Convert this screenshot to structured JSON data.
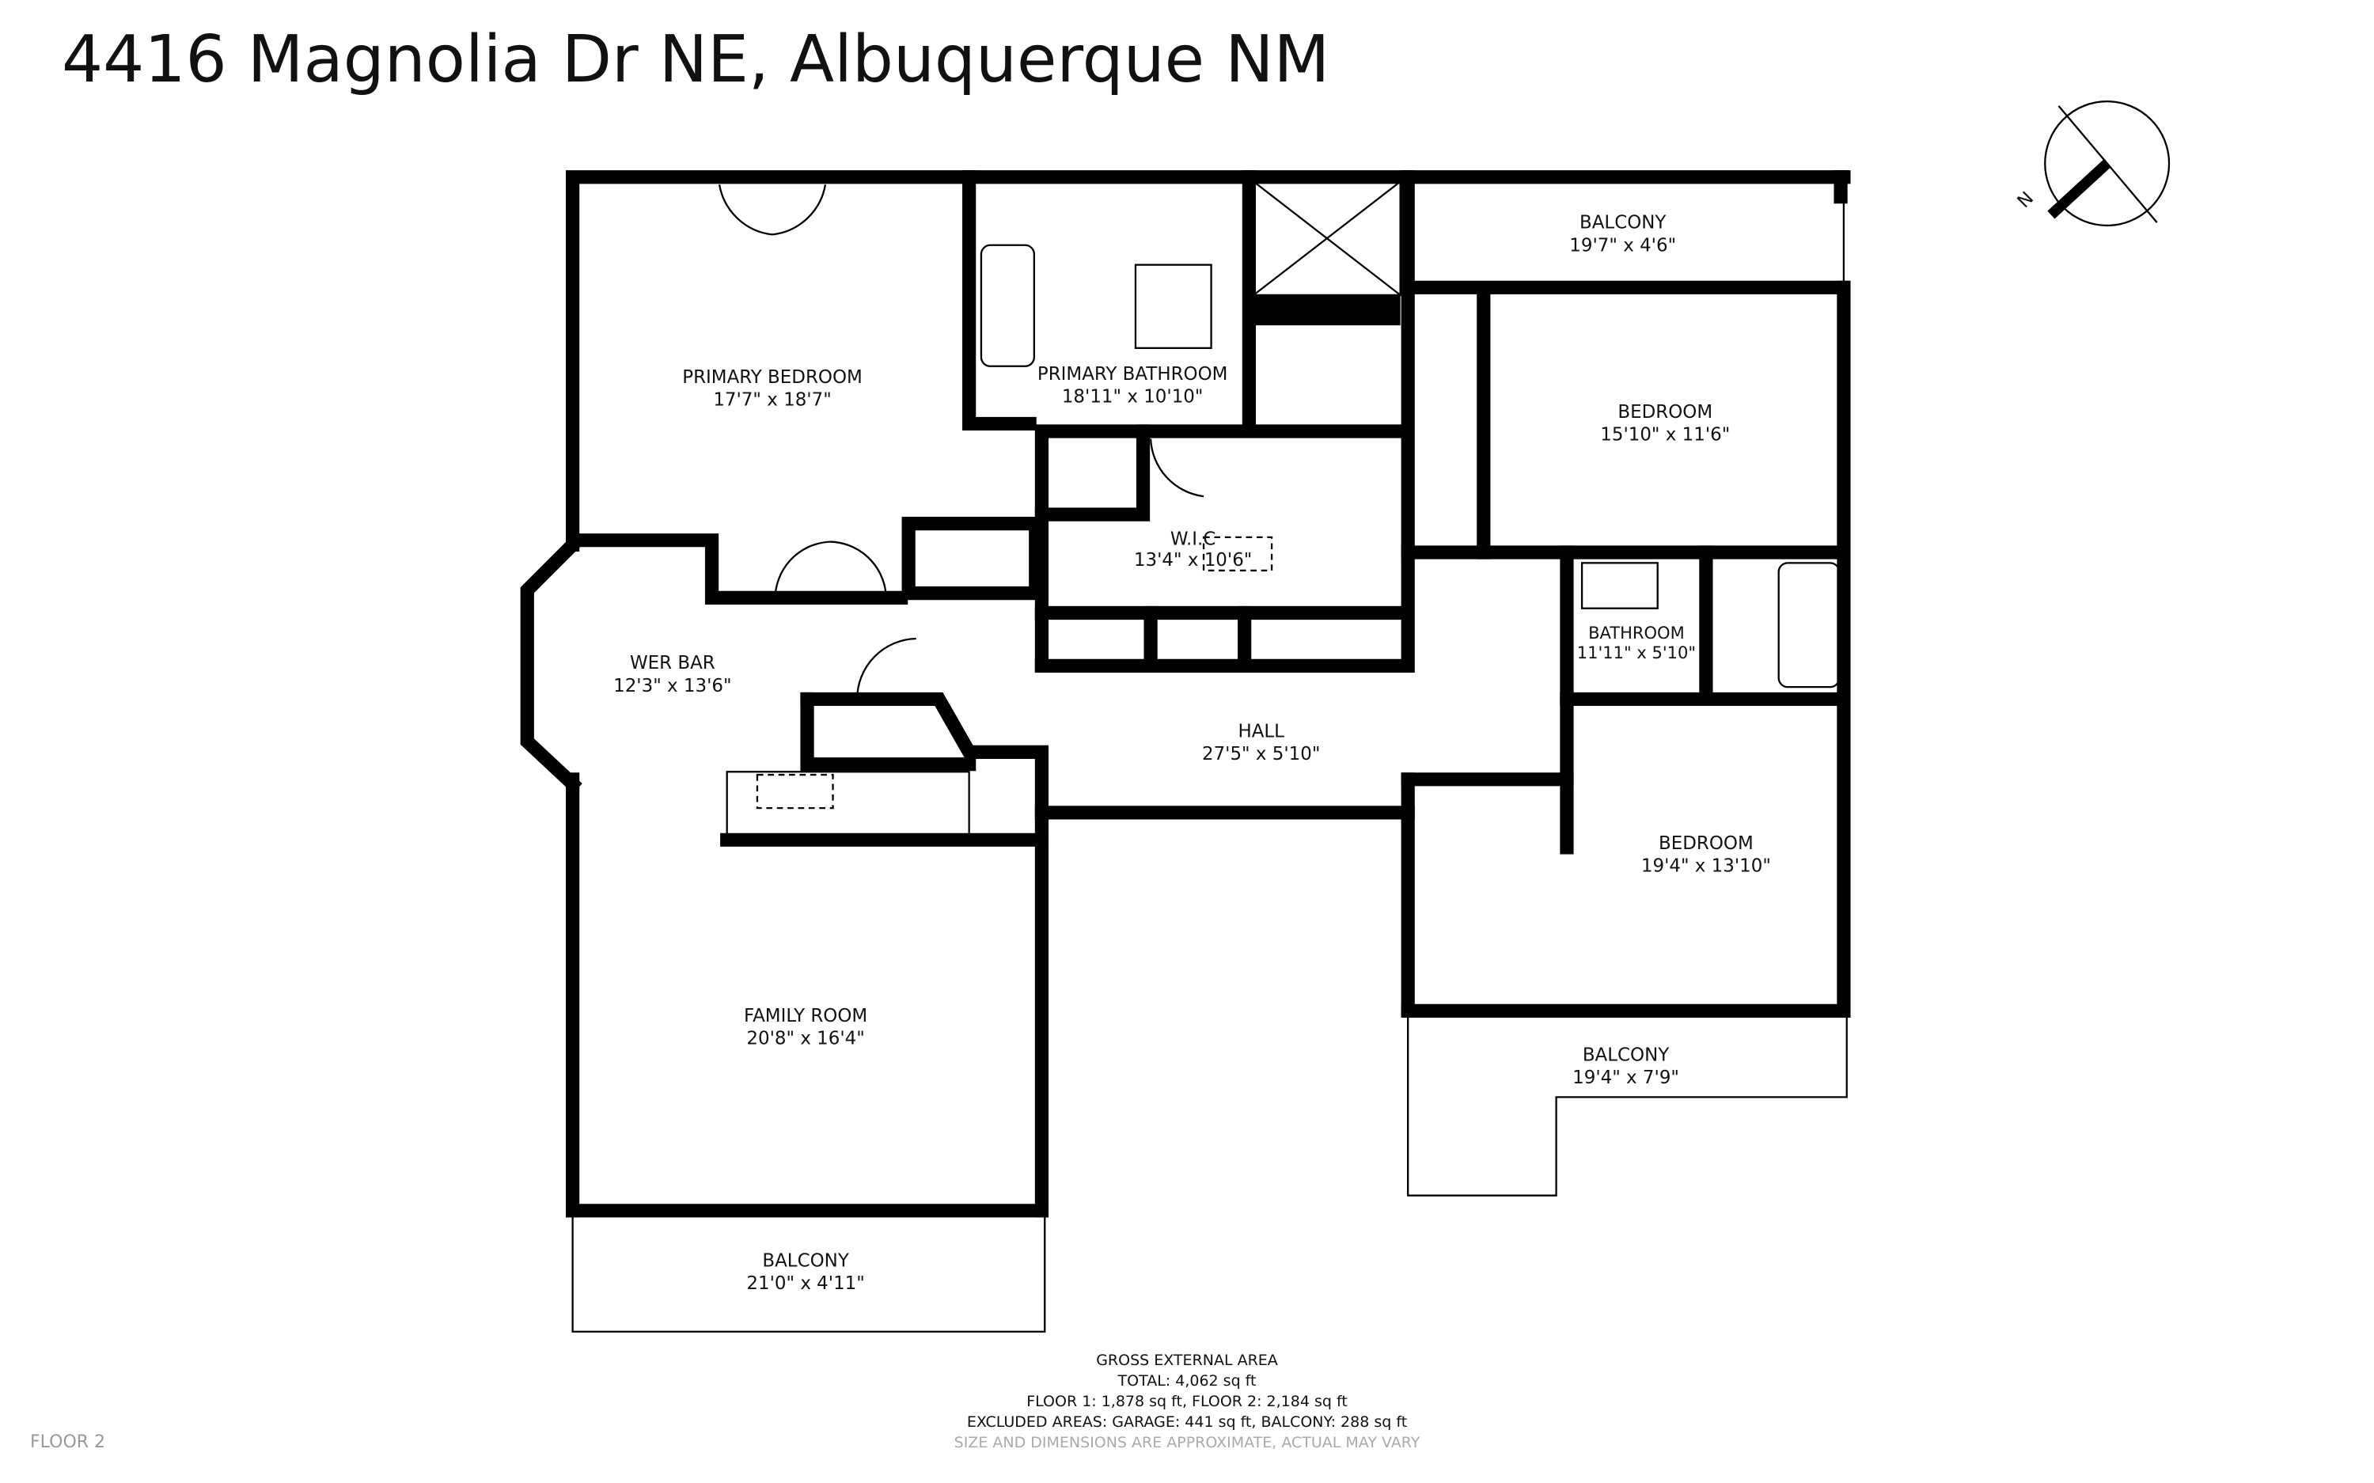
{
  "title": "4416 Magnolia Dr NE, Albuquerque NM",
  "compass": {
    "label": "N"
  },
  "rooms": [
    {
      "name": "PRIMARY BEDROOM",
      "dims": "17'7\" x 18'7\""
    },
    {
      "name": "PRIMARY BATHROOM",
      "dims": "18'11\" x 10'10\""
    },
    {
      "name": "BALCONY",
      "dims": "19'7\" x 4'6\""
    },
    {
      "name": "BEDROOM",
      "dims": "15'10\" x 11'6\""
    },
    {
      "name": "W.I.C",
      "dims": "13'4\" x 10'6\""
    },
    {
      "name": "BATHROOM",
      "dims": "11'11\" x 5'10\""
    },
    {
      "name": "WER BAR",
      "dims": "12'3\" x 13'6\""
    },
    {
      "name": "HALL",
      "dims": "27'5\" x 5'10\""
    },
    {
      "name": "BEDROOM",
      "dims": "19'4\" x 13'10\""
    },
    {
      "name": "FAMILY ROOM",
      "dims": "20'8\" x 16'4\""
    },
    {
      "name": "BALCONY",
      "dims": "19'4\" x 7'9\""
    },
    {
      "name": "BALCONY",
      "dims": "21'0\" x 4'11\""
    }
  ],
  "area": {
    "heading": "GROSS EXTERNAL AREA",
    "total": "TOTAL: 4,062 sq ft",
    "floors": "FLOOR 1: 1,878 sq ft, FLOOR 2: 2,184 sq ft",
    "excluded": "EXCLUDED AREAS: GARAGE: 441 sq ft, BALCONY: 288 sq ft",
    "disclaimer": "SIZE AND DIMENSIONS ARE APPROXIMATE, ACTUAL MAY VARY"
  },
  "floor_label": "FLOOR 2"
}
